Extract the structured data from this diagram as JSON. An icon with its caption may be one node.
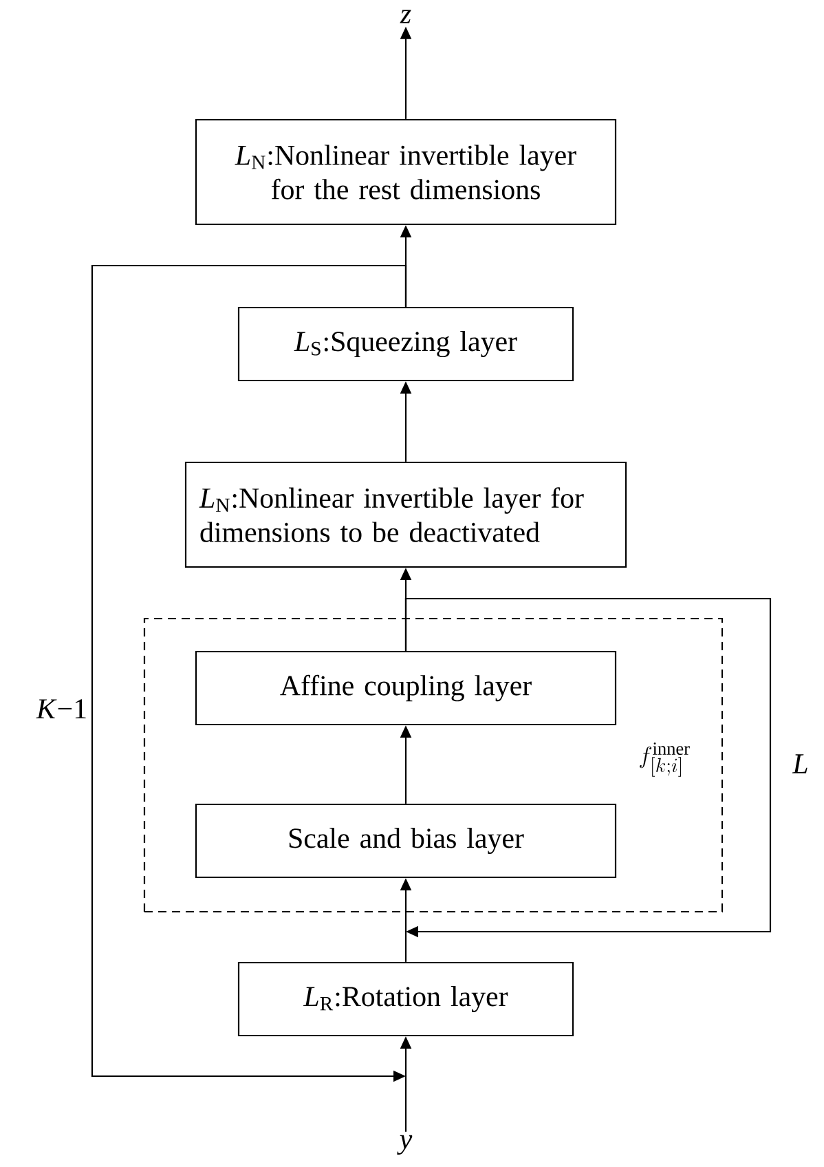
{
  "diagram": {
    "nodes": [
      {
        "text": [
          "*z*"
        ]
      },
      {
        "text": [
          "*L*$_{N}$:Nonlinear invertible layer for the rest dimensions"
        ]
      },
      {
        "text": [
          "*L*$_{S}$:Squeezing layer"
        ]
      },
      {
        "text": [
          "*L*$_{N}$:Nonlinear invertible layer for dimensions to be deactivated"
        ]
      },
      {
        "text": [
          "f^{\\mathrm{inner}}_{[k;i]}"
        ]
      },
      {
        "text": [
          "Affine coupling layer"
        ],
        "in": 4
      },
      {
        "text": [
          "Scale and bias layer"
        ],
        "in": 4
      },
      {
        "text": [
          "*L*$_{R}$:Rotation layer"
        ]
      },
      {
        "text": [
          "*y*"
        ]
      }
    ],
    "edges": [
      {
        "from": 8,
        "to": 7,
        "arrow": "to"
      },
      {
        "from": 7,
        "to": 6,
        "arrow": "to"
      },
      {
        "from": 6,
        "to": 5,
        "arrow": "to"
      },
      {
        "from": 5,
        "to": 3,
        "arrow": "to"
      },
      {
        "from": 3,
        "to": 2,
        "arrow": "to"
      },
      {
        "from": 2,
        "to": 1,
        "arrow": "to"
      },
      {
        "from": 1,
        "to": 0,
        "arrow": "to"
      },
      {
        "from": 5,
        "to": 4,
        "arrow": "to",
        "label": "*L*"
      },
      {
        "from": 2,
        "to": 7,
        "arrow": "to",
        "label": "*K*−1"
      }
    ]
  }
}
